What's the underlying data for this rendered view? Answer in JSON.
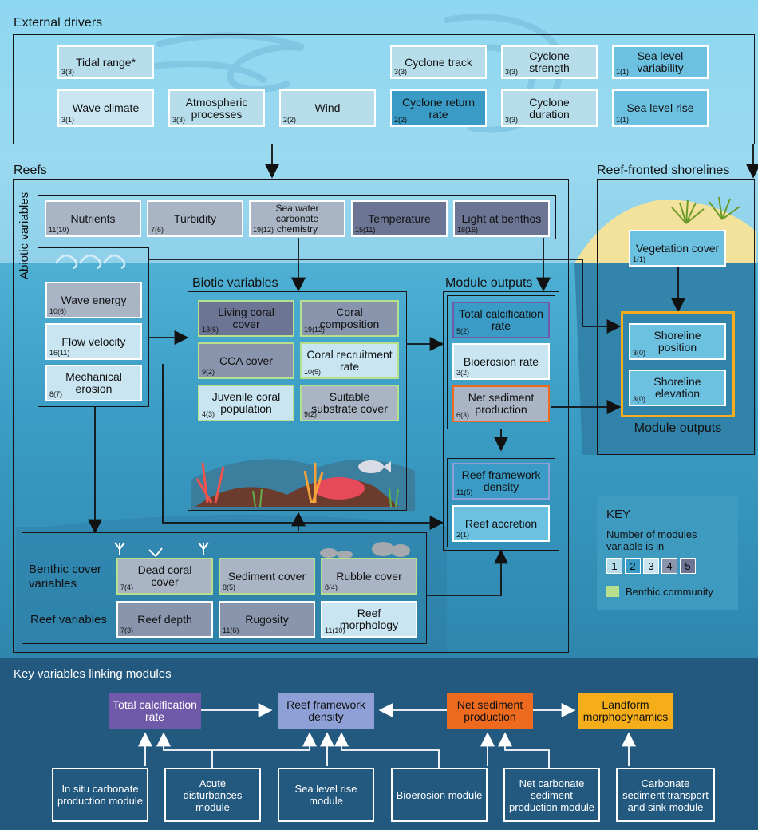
{
  "sections": {
    "external_drivers": "External drivers",
    "reefs": "Reefs",
    "reef_fronted": "Reef-fronted shorelines",
    "abiotic": "Abiotic variables",
    "biotic": "Biotic variables",
    "module_outputs": "Module outputs",
    "module_outputs_shore": "Module outputs",
    "benthic_cover": "Benthic cover variables",
    "reef_variables": "Reef variables",
    "key_linking": "Key variables linking modules"
  },
  "external": {
    "tidal_range": {
      "label": "Tidal range*",
      "count": "3(3)"
    },
    "wave_climate": {
      "label": "Wave climate",
      "count": "3(1)"
    },
    "atmospheric": {
      "label": "Atmospheric processes",
      "count": "3(3)"
    },
    "wind": {
      "label": "Wind",
      "count": "2(2)"
    },
    "cyclone_track": {
      "label": "Cyclone track",
      "count": "3(3)"
    },
    "cyclone_return": {
      "label": "Cyclone return rate",
      "count": "2(2)"
    },
    "cyclone_strength": {
      "label": "Cyclone strength",
      "count": "3(3)"
    },
    "cyclone_duration": {
      "label": "Cyclone duration",
      "count": "3(3)"
    },
    "sea_level_var": {
      "label": "Sea level variability",
      "count": "1(1)"
    },
    "sea_level_rise": {
      "label": "Sea level rise",
      "count": "1(1)"
    }
  },
  "abiotic": {
    "nutrients": {
      "label": "Nutrients",
      "count": "11(10)"
    },
    "turbidity": {
      "label": "Turbidity",
      "count": "7(6)"
    },
    "carbonate": {
      "label": "Sea water carbonate chemistry",
      "count": "19(12)"
    },
    "temperature": {
      "label": "Temperature",
      "count": "15(11)"
    },
    "light": {
      "label": "Light at benthos",
      "count": "18(16)"
    },
    "wave_energy": {
      "label": "Wave energy",
      "count": "10(6)"
    },
    "flow_velocity": {
      "label": "Flow velocity",
      "count": "16(11)"
    },
    "mech_erosion": {
      "label": "Mechanical erosion",
      "count": "8(7)"
    }
  },
  "biotic": {
    "living_coral": {
      "label": "Living coral cover",
      "count": "13(6)"
    },
    "coral_comp": {
      "label": "Coral composition",
      "count": "19(12)"
    },
    "cca": {
      "label": "CCA cover",
      "count": "9(2)"
    },
    "coral_recruit": {
      "label": "Coral recruitment rate",
      "count": "10(5)"
    },
    "juvenile": {
      "label": "Juvenile coral population",
      "count": "4(3)"
    },
    "substrate": {
      "label": "Suitable substrate cover",
      "count": "9(2)"
    }
  },
  "outputs": {
    "total_calc": {
      "label": "Total calcification rate",
      "count": "5(2)"
    },
    "bioerosion": {
      "label": "Bioerosion rate",
      "count": "3(2)"
    },
    "net_sediment": {
      "label": "Net sediment production",
      "count": "6(3)"
    },
    "framework": {
      "label": "Reef framework density",
      "count": "11(5)"
    },
    "accretion": {
      "label": "Reef accretion",
      "count": "2(1)"
    }
  },
  "shore": {
    "vegetation": {
      "label": "Vegetation cover",
      "count": "1(1)"
    },
    "position": {
      "label": "Shoreline position",
      "count": "3(0)"
    },
    "elevation": {
      "label": "Shoreline elevation",
      "count": "3(0)"
    }
  },
  "benthic": {
    "dead_coral": {
      "label": "Dead coral cover",
      "count": "7(4)"
    },
    "sediment": {
      "label": "Sediment cover",
      "count": "8(5)"
    },
    "rubble": {
      "label": "Rubble cover",
      "count": "8(4)"
    },
    "depth": {
      "label": "Reef depth",
      "count": "7(3)"
    },
    "rugosity": {
      "label": "Rugosity",
      "count": "11(6)"
    },
    "morphology": {
      "label": "Reef morphology",
      "count": "11(10)"
    }
  },
  "key": {
    "title": "KEY",
    "subtitle": "Number of modules variable is in",
    "levels": [
      "1",
      "2",
      "3",
      "4",
      "5"
    ],
    "benthic": "Benthic community"
  },
  "linking": {
    "total_calc": "Total calcification rate",
    "framework": "Reef framework density",
    "net_sediment": "Net sediment production",
    "landform": "Landform morphodynamics",
    "modules": [
      "In situ carbonate production module",
      "Acute disturbances module",
      "Sea level rise module",
      "Bioerosion module",
      "Net carbonate sediment production module",
      "Carbonate sediment transport and sink module"
    ]
  },
  "colors": {
    "purple": "#6e5aa9",
    "lavender": "#8ea0d6",
    "orange": "#ee6a1f",
    "gold": "#f5ad1a",
    "benthic_green": "#b8e08c"
  }
}
